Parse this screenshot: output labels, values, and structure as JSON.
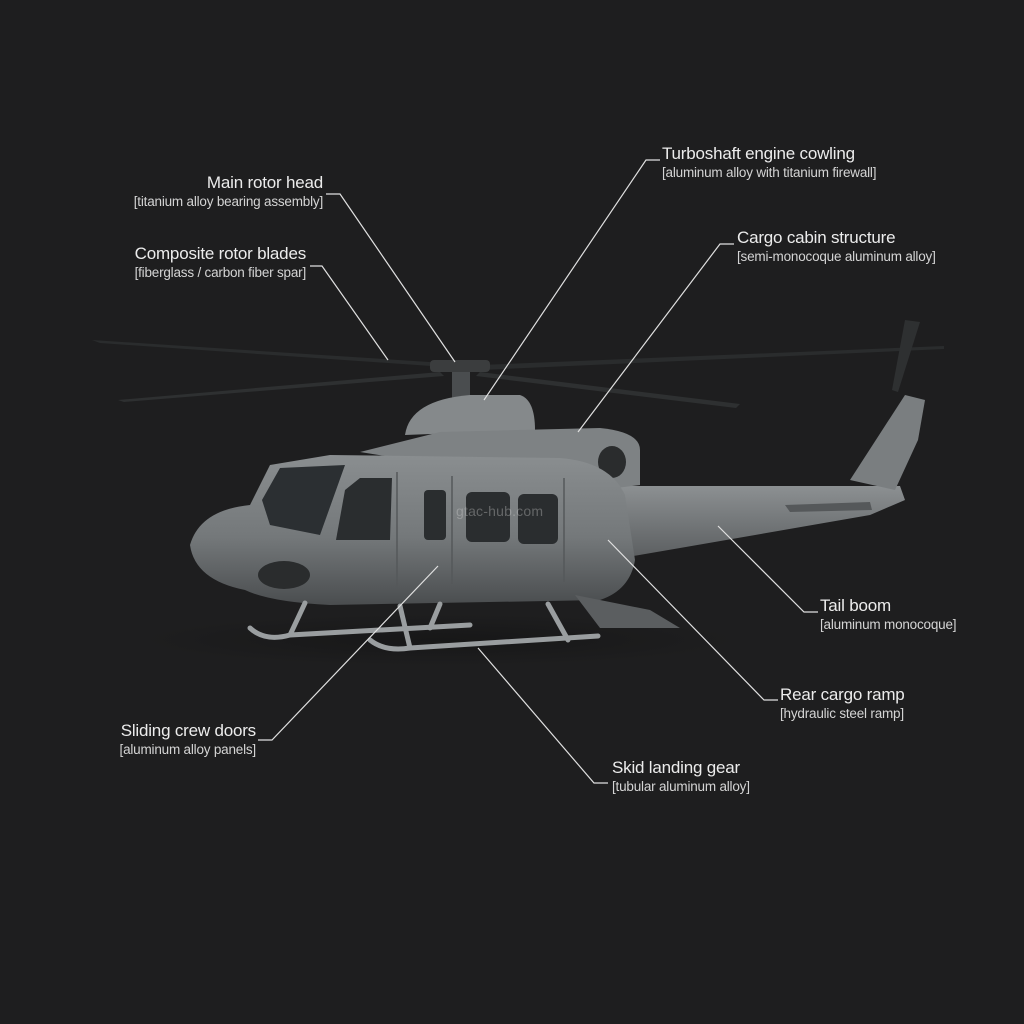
{
  "diagram": {
    "subject": "Utility helicopter material callout",
    "watermark": "gtac-hub.com",
    "colors": {
      "background": "#1e1e1f",
      "label_text": "#ececec",
      "leader_line": "#e0e0e0",
      "airframe": "#7c8082"
    },
    "callouts": [
      {
        "id": "main-rotor-head",
        "title": "Main rotor head",
        "material": "[titanium alloy bearing assembly]"
      },
      {
        "id": "composite-rotor-blades",
        "title": "Composite rotor blades",
        "material": "[fiberglass / carbon fiber spar]"
      },
      {
        "id": "turboshaft-engine-cowling",
        "title": "Turboshaft engine cowling",
        "material": "[aluminum alloy with titanium firewall]"
      },
      {
        "id": "cargo-cabin-structure",
        "title": "Cargo cabin structure",
        "material": "[semi-monocoque aluminum alloy]"
      },
      {
        "id": "tail-boom",
        "title": "Tail boom",
        "material": "[aluminum monocoque]"
      },
      {
        "id": "rear-cargo-ramp",
        "title": "Rear cargo ramp",
        "material": "[hydraulic steel ramp]"
      },
      {
        "id": "sliding-crew-doors",
        "title": "Sliding crew doors",
        "material": "[aluminum alloy panels]"
      },
      {
        "id": "skid-landing-gear",
        "title": "Skid landing gear",
        "material": "[tubular aluminum alloy]"
      }
    ]
  }
}
